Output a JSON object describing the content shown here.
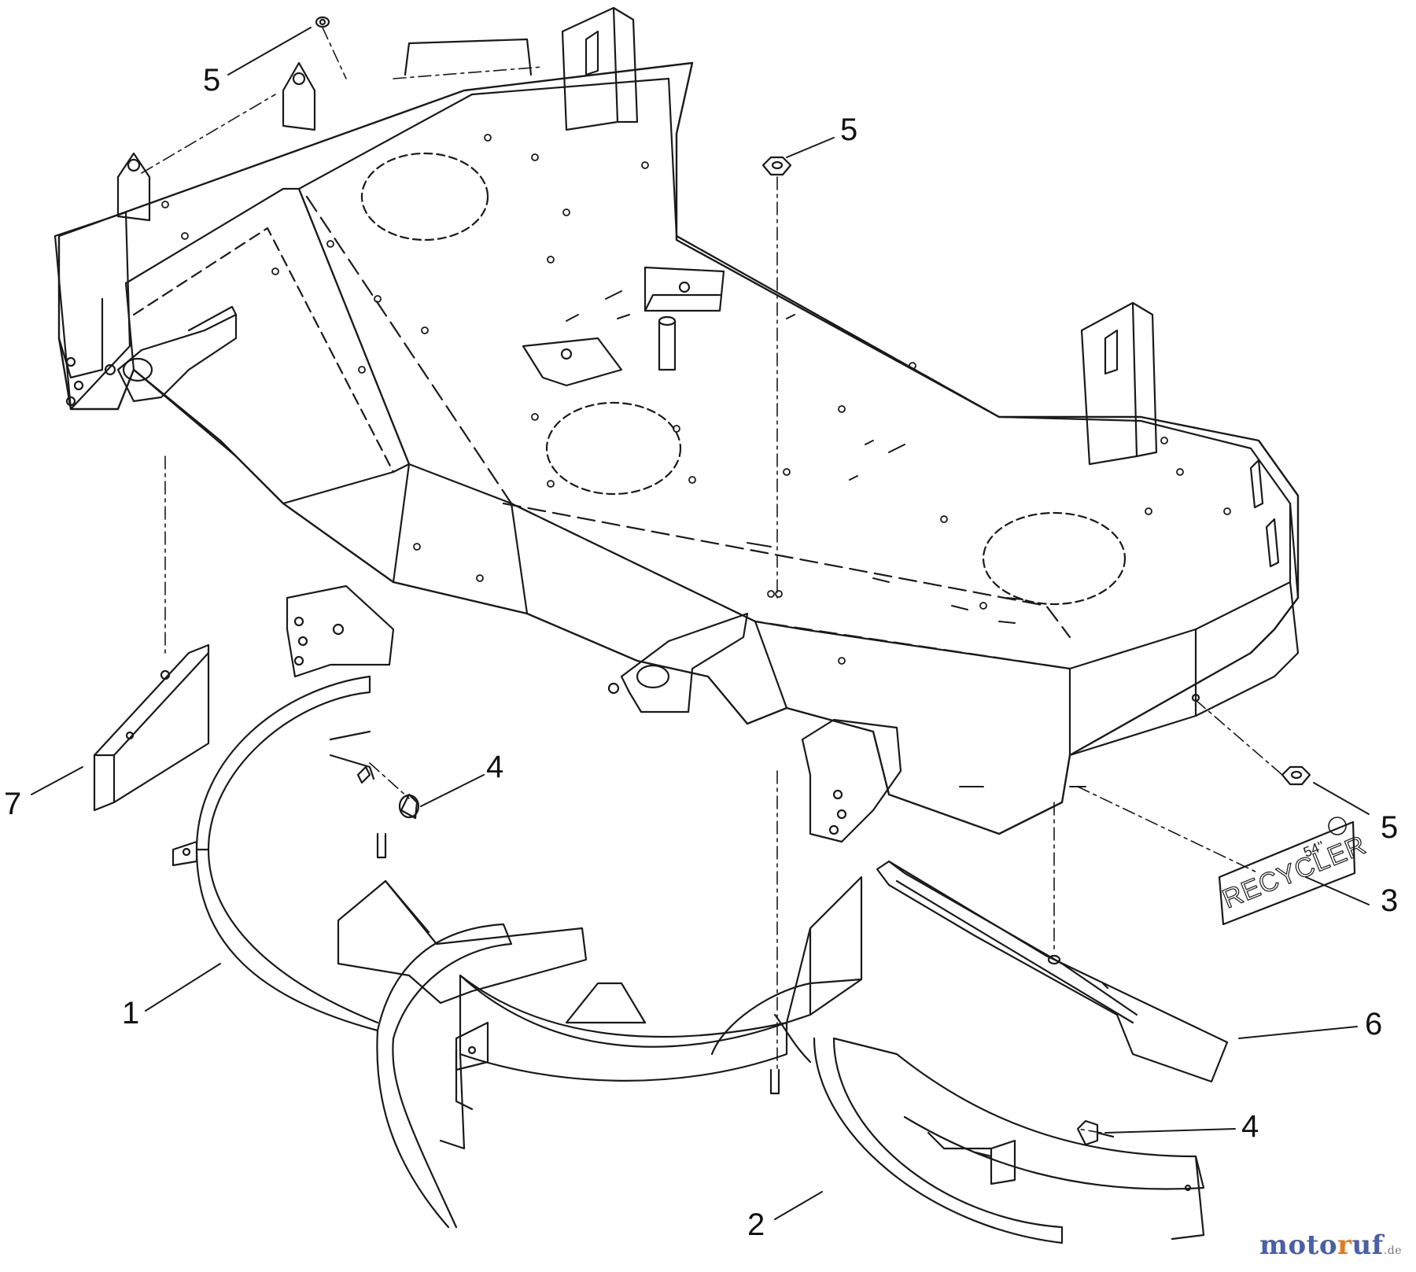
{
  "callouts": {
    "c5a": "5",
    "c5b": "5",
    "c5c": "5",
    "c4a": "4",
    "c4b": "4",
    "c7": "7",
    "c3": "3",
    "c1": "1",
    "c2": "2",
    "c6": "6"
  },
  "decal": {
    "line1": "RECYCLER",
    "line2": "54\""
  },
  "watermark": {
    "part1": "moto",
    "part2": "r",
    "part3": "uf",
    "part4": ".de"
  },
  "colors": {
    "line": "#1a1a1a",
    "background": "#ffffff",
    "watermark_blue": "#4a5fa5",
    "watermark_orange": "#e07a1f"
  }
}
